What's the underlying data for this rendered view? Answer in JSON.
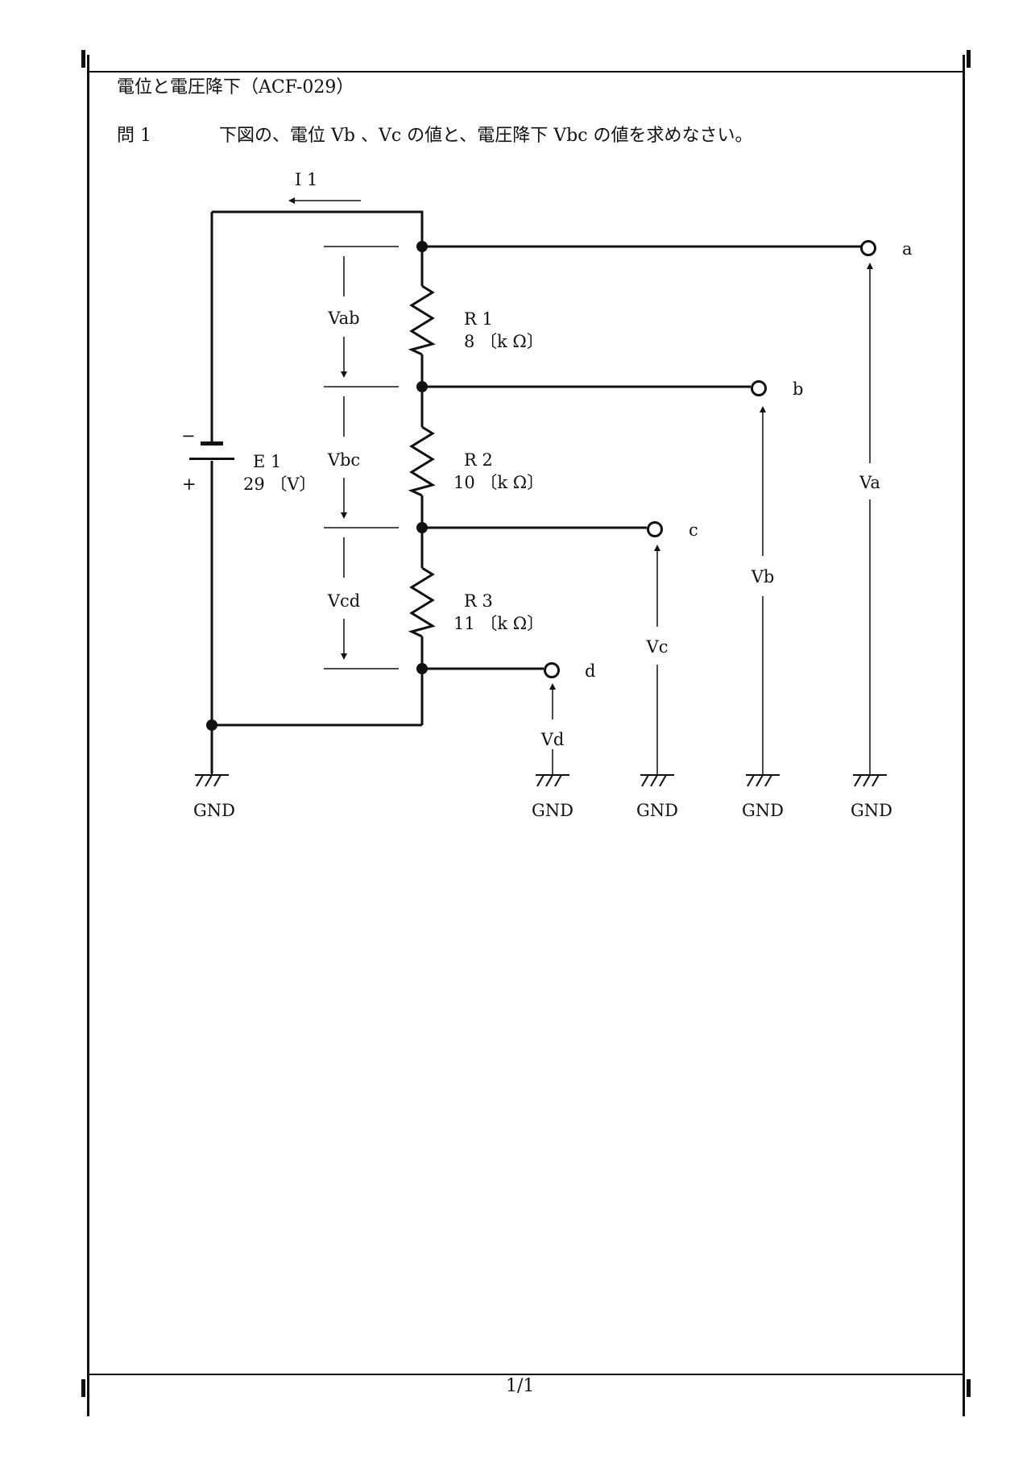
{
  "document": {
    "title": "電位と電圧降下（ACF-029）",
    "question_number": "問 1",
    "question_text": "下図の、電位 Vb 、Vc の値と、電圧降下 Vbc の値を求めなさい。",
    "page": "1/1"
  },
  "circuit": {
    "current_label": "I 1",
    "battery": {
      "name": "E 1",
      "value": "29 〔V〕",
      "minus": "−",
      "plus": "+"
    },
    "resistors": [
      {
        "name": "R 1",
        "value": "8 〔k Ω〕"
      },
      {
        "name": "R 2",
        "value": "10 〔k Ω〕"
      },
      {
        "name": "R 3",
        "value": "11 〔k Ω〕"
      }
    ],
    "drops": [
      "Vab",
      "Vbc",
      "Vcd"
    ],
    "terminals": [
      "a",
      "b",
      "c",
      "d"
    ],
    "potentials": [
      "Va",
      "Vb",
      "Vc",
      "Vd"
    ],
    "ground_label": "GND"
  }
}
